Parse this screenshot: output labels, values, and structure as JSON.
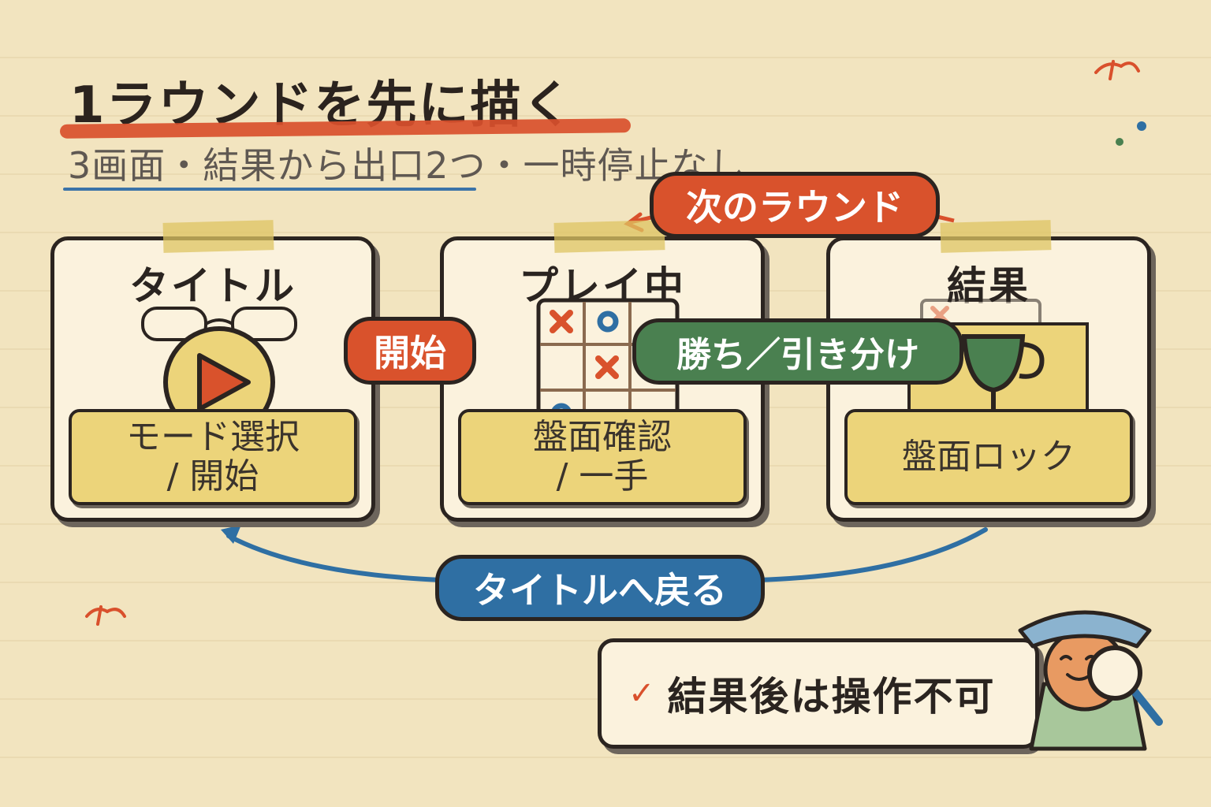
{
  "title": "1ラウンドを先に描く",
  "subtitle": "3画面・結果から出口2つ・一時停止なし",
  "screens": [
    {
      "title": "タイトル",
      "caption": "モード選択\n/ 開始",
      "icon": "play-icon"
    },
    {
      "title": "プレイ中",
      "caption": "盤面確認\n/ 一手",
      "icon": "tic-tac-toe-board-icon"
    },
    {
      "title": "結果",
      "caption": "盤面ロック",
      "icon": "trophy-icon"
    }
  ],
  "transitions": {
    "start": "開始",
    "win_draw": "勝ち／引き分け",
    "next_round": "次のラウンド",
    "back_to_title": "タイトルへ戻る"
  },
  "note": {
    "check_icon": "checkmark-icon",
    "text": "結果後は操作不可"
  },
  "colors": {
    "background": "#f2e4bf",
    "accent_orange": "#d9522c",
    "accent_green": "#4a8050",
    "accent_blue": "#2f6fa3",
    "caption_yellow": "#ecd47a"
  }
}
